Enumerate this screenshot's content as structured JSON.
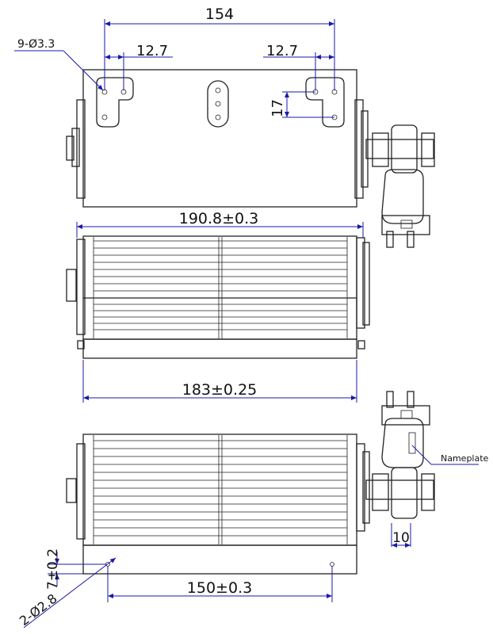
{
  "dimensions": {
    "top_width": "154",
    "hole_spacing_left": "12.7",
    "hole_spacing_right": "12.7",
    "vertical_spacing": "17",
    "holes": "9-Ø3.3",
    "overall_length": "190.8±0.3",
    "body_length": "183±0.25",
    "hole_span": "150±0.3",
    "edge_offset": "7±0.2",
    "small_holes": "2-Ø2.8",
    "motor_width": "10"
  },
  "labels": {
    "nameplate": "Nameplate"
  },
  "colors": {
    "dimension_line": "#1a1aa8",
    "outline": "#222222"
  }
}
